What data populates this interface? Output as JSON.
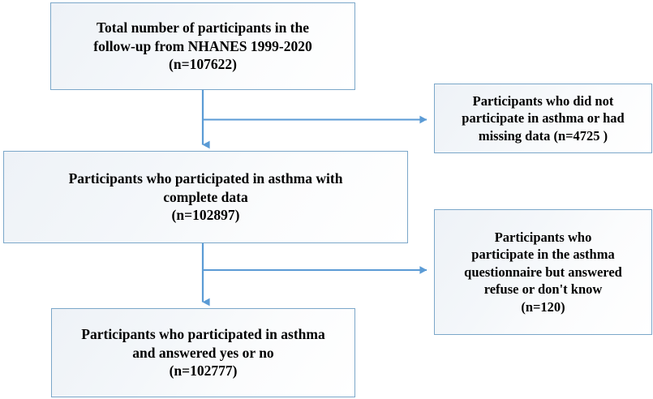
{
  "diagram": {
    "title": "NHANES asthma participant flow diagram",
    "style": {
      "border_color": "#7ba7c9",
      "connector_color": "#5b9bd5",
      "text_color": "#000000",
      "background": "#ffffff"
    },
    "boxes": {
      "total_participants": {
        "label": "Total number of participants in the\nfollow-up from NHANES 1999-2020\n(n=107622)",
        "n": "107622"
      },
      "participated_complete": {
        "label": "Participants who participated in asthma  with\ncomplete data\n(n=102897)",
        "n": "102897"
      },
      "answered_yes_no": {
        "label": "Participants who participated in asthma\nand answered yes or no\n(n=102777)",
        "n": "102777"
      },
      "excluded_missing": {
        "label": "Participants who did not\nparticipate in asthma or had\nmissing data (n=4725 )",
        "n": "4725"
      },
      "excluded_refused": {
        "label": "Participants  who\nparticipate in the asthma\nquestionnaire but answered\nrefuse or don't know\n(n=120)",
        "n": "120"
      }
    },
    "connectors": [
      {
        "name": "total-to-complete",
        "type": "arrow-down"
      },
      {
        "name": "total-to-excluded-missing",
        "type": "arrow-right"
      },
      {
        "name": "complete-to-yes-no",
        "type": "arrow-down"
      },
      {
        "name": "complete-to-excluded-refused",
        "type": "arrow-right"
      }
    ]
  }
}
